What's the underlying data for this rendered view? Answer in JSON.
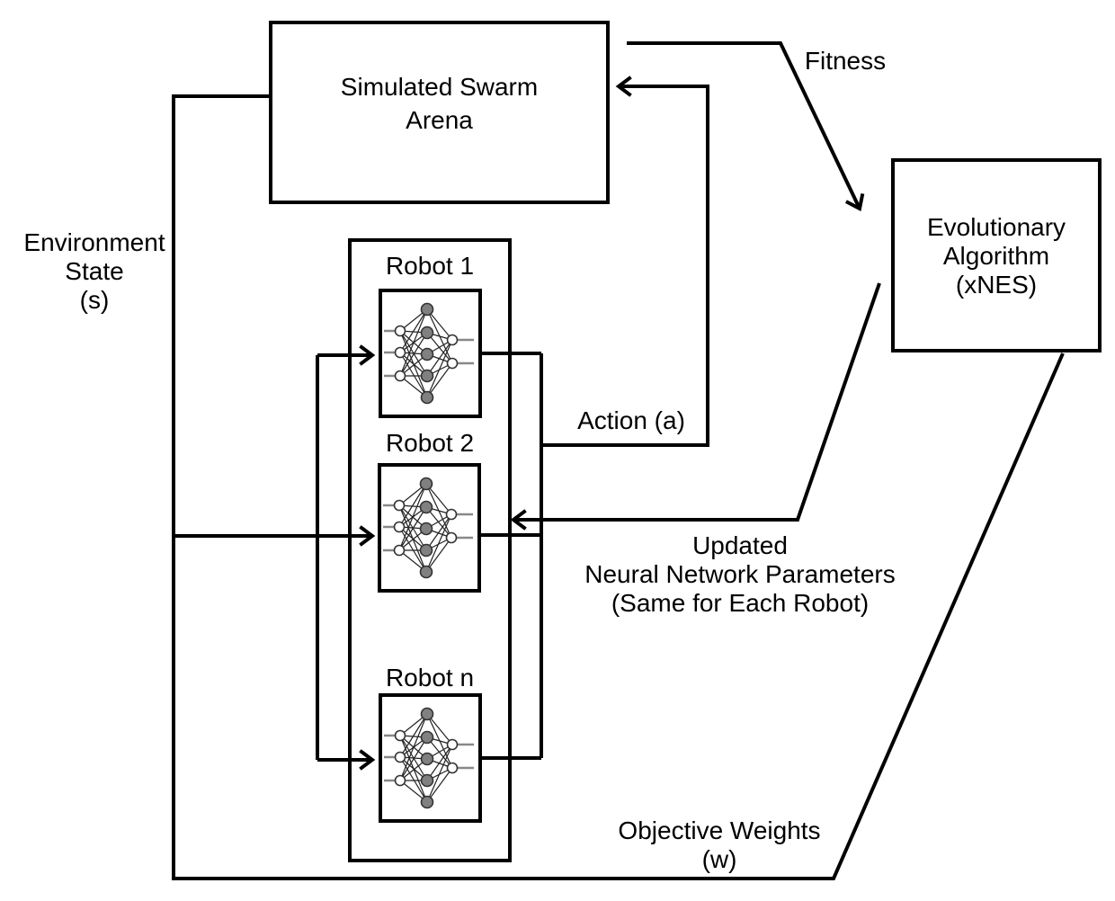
{
  "diagram": {
    "arena": {
      "label": [
        "Simulated Swarm",
        "Arena"
      ]
    },
    "evolutionary_algorithm": {
      "label": [
        "Evolutionary",
        "Algorithm",
        "(xNES)"
      ]
    },
    "robots": [
      {
        "label": "Robot 1"
      },
      {
        "label": "Robot 2"
      },
      {
        "label": "Robot n"
      }
    ],
    "flow_labels": {
      "fitness": "Fitness",
      "environment_state": [
        "Environment",
        "State",
        "(s)"
      ],
      "action": "Action (a)",
      "updated_params": [
        "Updated",
        "Neural Network Parameters",
        "(Same for Each Robot)"
      ],
      "objective_weights": [
        "Objective Weights",
        "(w)"
      ]
    },
    "colors": {
      "line": "#000000",
      "box_fill": "#ffffff",
      "hidden_node_fill": "#808080",
      "io_node_fill": "#ffffff",
      "node_stroke": "#333333",
      "stub_stroke": "#888888",
      "background": "#ffffff"
    }
  }
}
